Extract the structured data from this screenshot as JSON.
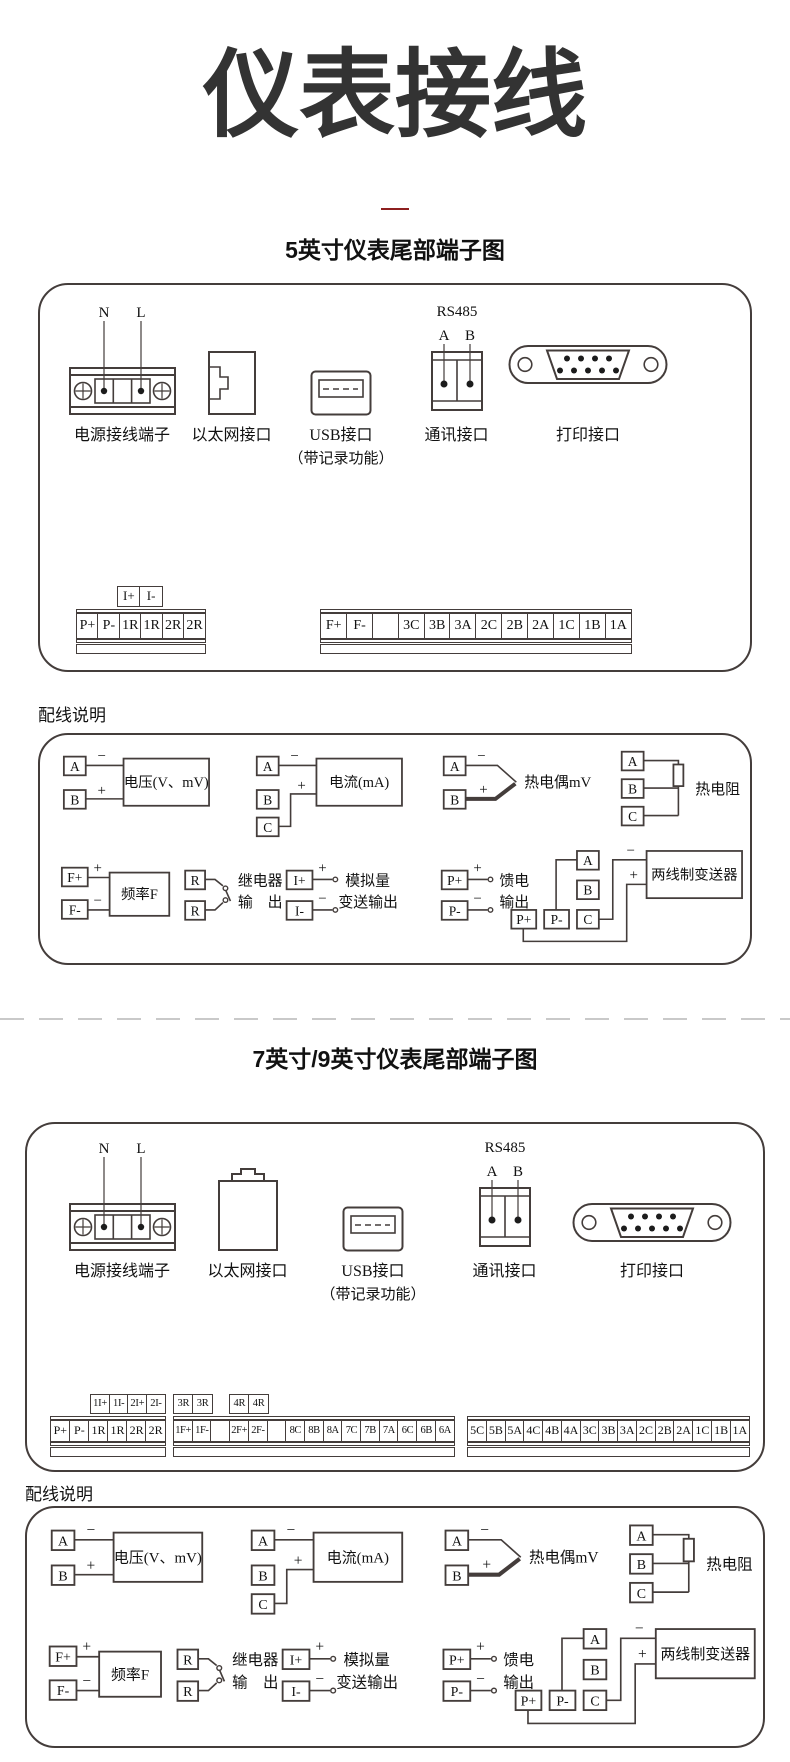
{
  "page": {
    "title": "仪表接线",
    "section1_title": "5英寸仪表尾部端子图",
    "section2_title": "7英寸/9英寸仪表尾部端子图",
    "wiring_label": "配线说明"
  },
  "colors": {
    "accent_red": "#8d1f1f",
    "line_art": "#443d3b"
  },
  "connectors": {
    "power": {
      "label": "电源接线端子",
      "pin_n": "N",
      "pin_l": "L"
    },
    "ethernet": {
      "label": "以太网接口"
    },
    "usb": {
      "label": "USB接口",
      "sublabel": "（带记录功能）"
    },
    "comm": {
      "label": "通讯接口",
      "protocol": "RS485",
      "pin_a": "A",
      "pin_b": "B"
    },
    "printer": {
      "label": "打印接口"
    }
  },
  "terminals1": {
    "aux": [
      "I+",
      "I-"
    ],
    "strip1": [
      "P+",
      "P-",
      "1R",
      "1R",
      "2R",
      "2R"
    ],
    "strip2": [
      "F+",
      "F-",
      "",
      "3C",
      "3B",
      "3A",
      "2C",
      "2B",
      "2A",
      "1C",
      "1B",
      "1A"
    ]
  },
  "terminals2": {
    "aux1": [
      "1I+",
      "1I-",
      "2I+",
      "2I-"
    ],
    "aux2": [
      "3R",
      "3R"
    ],
    "aux3": [
      "4R",
      "4R"
    ],
    "strip1": [
      "P+",
      "P-",
      "1R",
      "1R",
      "2R",
      "2R"
    ],
    "strip2": [
      "1F+",
      "1F-",
      "",
      "2F+",
      "2F-",
      "",
      "8C",
      "8B",
      "8A",
      "7C",
      "7B",
      "7A",
      "6C",
      "6B",
      "6A"
    ],
    "strip3": [
      "5C",
      "5B",
      "5A",
      "4C",
      "4B",
      "4A",
      "3C",
      "3B",
      "3A",
      "2C",
      "2B",
      "2A",
      "1C",
      "1B",
      "1A"
    ]
  },
  "wiring": {
    "voltage": {
      "a": "A",
      "b": "B",
      "minus": "−",
      "plus": "+",
      "box": "电压(V、mV)"
    },
    "current": {
      "a": "A",
      "b": "B",
      "c": "C",
      "minus": "−",
      "plus": "+",
      "box": "电流(mA)"
    },
    "thermocouple": {
      "a": "A",
      "b": "B",
      "minus": "−",
      "plus": "+",
      "label": "热电偶mV"
    },
    "rtd": {
      "a": "A",
      "b": "B",
      "c": "C",
      "label": "热电阻"
    },
    "frequency": {
      "fp": "F+",
      "fm": "F-",
      "plus": "+",
      "minus": "−",
      "box": "频率F"
    },
    "relay": {
      "r1": "R",
      "r2": "R",
      "line1": "继电器",
      "line2": "输　出"
    },
    "analog": {
      "ip": "I+",
      "im": "I-",
      "plus": "+",
      "minus": "−",
      "line1": "模拟量",
      "line2": "变送输出"
    },
    "feed": {
      "pp": "P+",
      "pm": "P-",
      "plus": "+",
      "minus": "−",
      "line1": "馈电",
      "line2": "输出"
    },
    "twowire": {
      "a": "A",
      "b": "B",
      "c": "C",
      "pp": "P+",
      "pm": "P-",
      "minus": "−",
      "plus": "+",
      "box": "两线制变送器"
    }
  }
}
